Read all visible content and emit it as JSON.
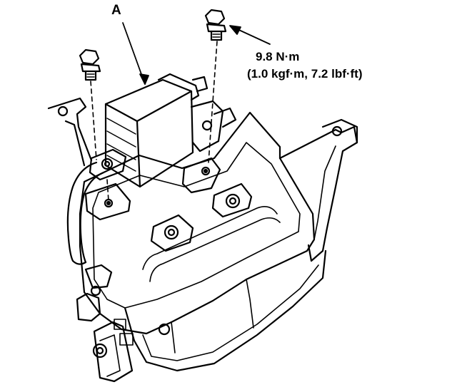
{
  "diagram": {
    "callout_label": "A",
    "torque_spec": {
      "primary": "9.8 N·m",
      "secondary": "(1.0 kgf·m, 7.2 lbf·ft)"
    }
  }
}
